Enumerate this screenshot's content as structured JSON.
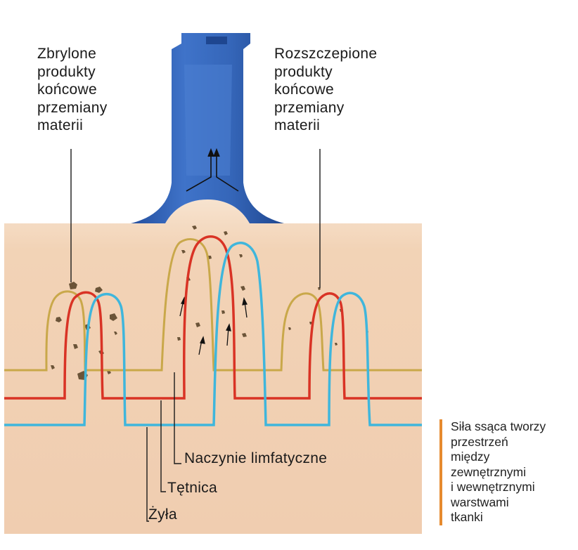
{
  "labels": {
    "left_top": "Zbrylone\nprodukty\nkońcowe\nprzemiany\nmaterii",
    "right_top": "Rozszczepione\nprodukty\nkońcowe\nprzemiany\nmaterii",
    "lymph": "Naczynie limfatyczne",
    "artery": "Tętnica",
    "vein": "Żyła"
  },
  "note": "Siła ssąca tworzy\nprzestrzeń\nmiędzy\nzewnętrznymi\ni wewnętrznymi\nwarstwami\ntkanki",
  "colors": {
    "tissue": "#f2d4b8",
    "tissue_top": "#f6e0cb",
    "handpiece": "#2f63b8",
    "handpiece_light": "#5b8ad6",
    "lymph": "#c9a84a",
    "artery": "#d93325",
    "vein": "#3fb6dc",
    "note_bar": "#e68a2e",
    "debris": "#6b5438"
  }
}
